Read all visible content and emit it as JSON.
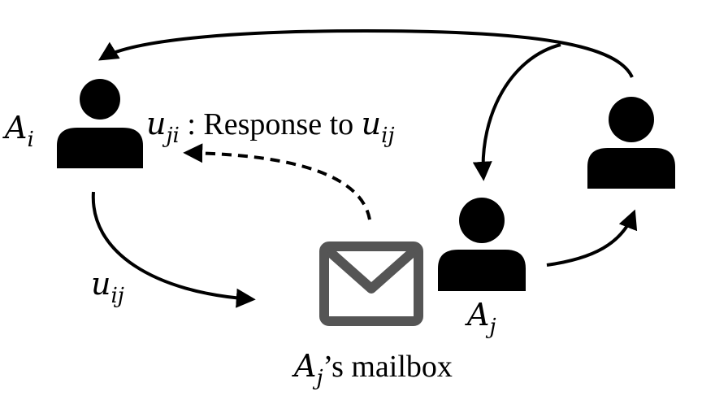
{
  "labels": {
    "agent_i": {
      "main": "A",
      "sub": "i"
    },
    "agent_j": {
      "main": "A",
      "sub": "j"
    },
    "message_ij": {
      "main": "u",
      "sub": "ij"
    },
    "response": {
      "main": "u",
      "sub": "ji",
      "text": " : Response to ",
      "ref_main": "u",
      "ref_sub": "ij"
    },
    "mailbox": {
      "main": "A",
      "sub": "j",
      "text": "’s mailbox"
    }
  },
  "colors": {
    "ink": "#000000",
    "mailbox": "#555555",
    "background": "#ffffff"
  },
  "icons": {
    "person": "person-icon",
    "mailbox": "envelope-icon"
  }
}
